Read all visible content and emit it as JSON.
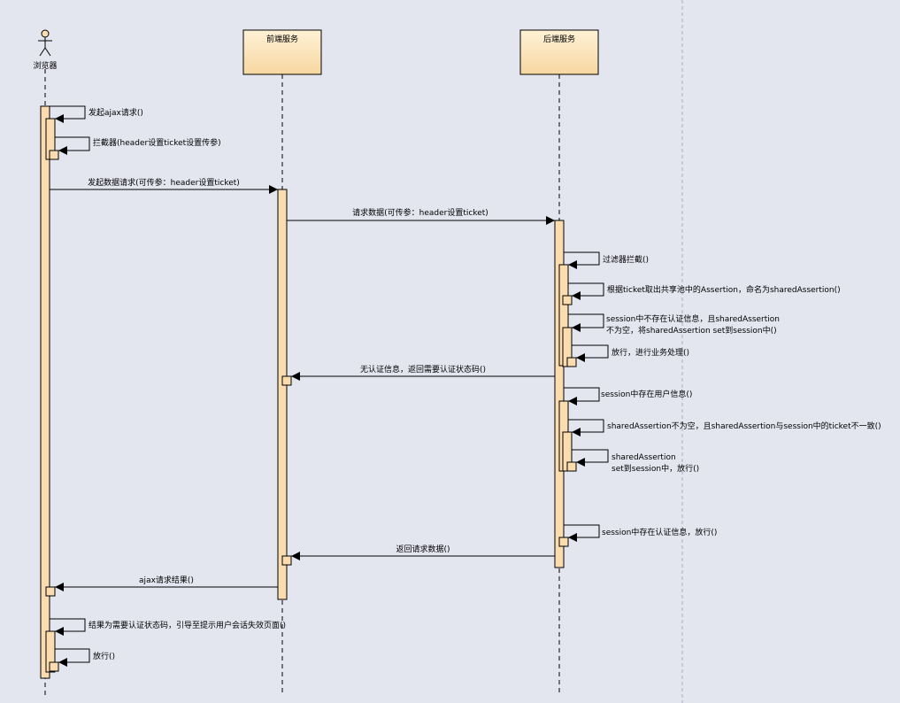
{
  "participants": [
    {
      "id": "browser",
      "name": "浏览器",
      "kind": "actor"
    },
    {
      "id": "frontend",
      "name": "前端服务",
      "kind": "box"
    },
    {
      "id": "backend",
      "name": "后端服务",
      "kind": "box"
    }
  ],
  "messages": [
    {
      "label": "发起ajax请求()",
      "type": "self"
    },
    {
      "label": "拦截器(header设置ticket设置传参)",
      "type": "self"
    },
    {
      "label": "发起数据请求(可传参：header设置ticket)",
      "type": "call"
    },
    {
      "label": "请求数据(可传参：header设置ticket)",
      "type": "call"
    },
    {
      "label": "过滤器拦截()",
      "type": "self"
    },
    {
      "label": "根据ticket取出共享池中的Assertion，命名为sharedAssertion()",
      "type": "self"
    },
    {
      "label": "session中不存在认证信息，且sharedAssertion",
      "label2": "不为空，将sharedAssertion set到session中()",
      "type": "self"
    },
    {
      "label": "放行，进行业务处理()",
      "type": "self"
    },
    {
      "label": "无认证信息，返回需要认证状态码()",
      "type": "return"
    },
    {
      "label": "session中存在用户信息()",
      "type": "self"
    },
    {
      "label": "sharedAssertion不为空，且sharedAssertion与session中的ticket不一致()",
      "type": "self"
    },
    {
      "label": "sharedAssertion",
      "label2": "set到session中，放行()",
      "type": "self"
    },
    {
      "label": "session中存在认证信息，放行()",
      "type": "self"
    },
    {
      "label": "返回请求数据()",
      "type": "return"
    },
    {
      "label": "ajax请求结果()",
      "type": "return"
    },
    {
      "label": "结果为需要认证状态码，引导至提示用户会话失效页面()",
      "type": "self"
    },
    {
      "label": "放行()",
      "type": "self"
    }
  ],
  "colors": {
    "background": "#e4e6ef",
    "activation_fill": "#fbdcae",
    "header_fill_top": "#fff2d6",
    "header_fill_bottom": "#f6d7a0",
    "line": "#000000",
    "guide": "#a9acc8"
  }
}
